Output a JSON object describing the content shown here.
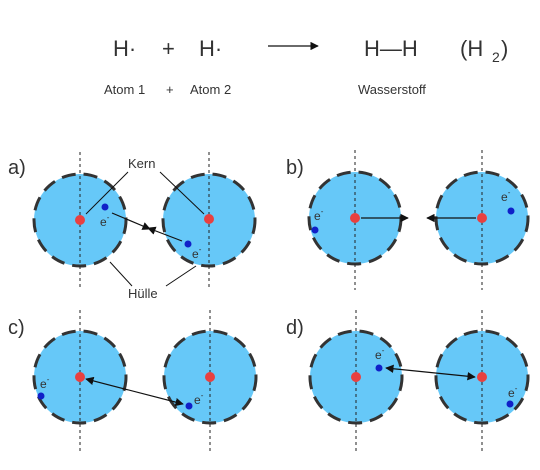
{
  "equation": {
    "left_atom_1": "H·",
    "plus": "+",
    "left_atom_2": "H·",
    "product": "H—H",
    "formula_open": "(H",
    "formula_sub": "2",
    "formula_close": ")"
  },
  "captions": {
    "atom1": "Atom 1",
    "plus": "+",
    "atom2": "Atom 2",
    "product": "Wasserstoff"
  },
  "panels": {
    "a": "a)",
    "b": "b)",
    "c": "c)",
    "d": "d)"
  },
  "labels": {
    "kern": "Kern",
    "huelle": "Hülle",
    "electron": "e",
    "electron_sup": "-"
  },
  "colors": {
    "shell": "#66c8f8",
    "nucleus": "#e84040",
    "electron": "#1020c8"
  }
}
